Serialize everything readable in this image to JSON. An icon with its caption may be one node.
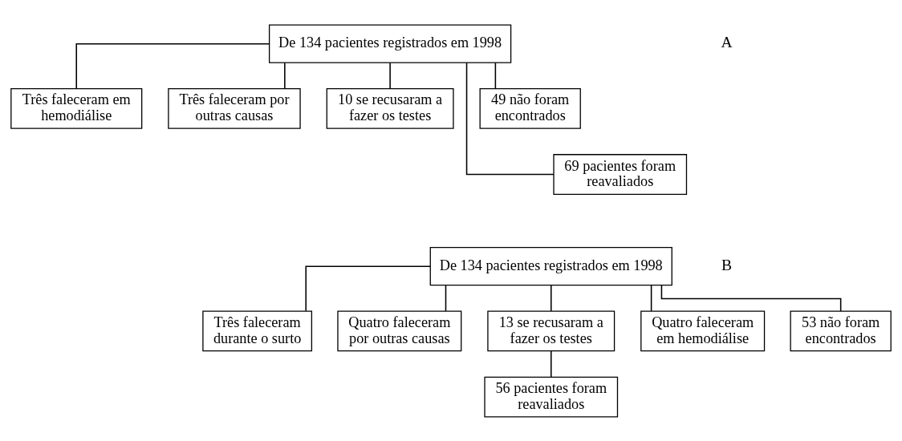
{
  "diagram": {
    "nodes": [
      {
        "text": [
          "De 134 pacientes registrados em 1998"
        ]
      },
      {
        "text": [
          "Três faleceram em hemodiálise"
        ]
      },
      {
        "text": [
          "Três faleceram por outras causas"
        ]
      },
      {
        "text": [
          "10 se recusaram a fazer os testes"
        ]
      },
      {
        "text": [
          "49 não foram encontrados"
        ]
      },
      {
        "text": [
          "69 pacientes foram reavaliados"
        ]
      },
      {
        "text": [
          "De 134 pacientes registrados em 1998"
        ]
      },
      {
        "text": [
          "Três faleceram durante o surto"
        ]
      },
      {
        "text": [
          "Quatro faleceram por outras causas"
        ]
      },
      {
        "text": [
          "13 se recusaram a fazer os testes"
        ]
      },
      {
        "text": [
          "Quatro faleceram em hemodiálise"
        ]
      },
      {
        "text": [
          "53 não foram encontrados"
        ]
      },
      {
        "text": [
          "56 pacientes foram reavaliados"
        ]
      }
    ],
    "edges": [
      {
        "from": 0,
        "to": 1,
        "arrow": "none"
      },
      {
        "from": 0,
        "to": 2,
        "arrow": "none"
      },
      {
        "from": 0,
        "to": 3,
        "arrow": "none"
      },
      {
        "from": 0,
        "to": 4,
        "arrow": "none"
      },
      {
        "from": 0,
        "to": 5,
        "arrow": "none"
      },
      {
        "from": 6,
        "to": 7,
        "arrow": "none"
      },
      {
        "from": 6,
        "to": 8,
        "arrow": "none"
      },
      {
        "from": 6,
        "to": 9,
        "arrow": "none"
      },
      {
        "from": 6,
        "to": 10,
        "arrow": "none"
      },
      {
        "from": 6,
        "to": 11,
        "arrow": "none"
      },
      {
        "from": 9,
        "to": 12,
        "arrow": "none"
      }
    ],
    "labels": [
      "A",
      "B"
    ]
  }
}
